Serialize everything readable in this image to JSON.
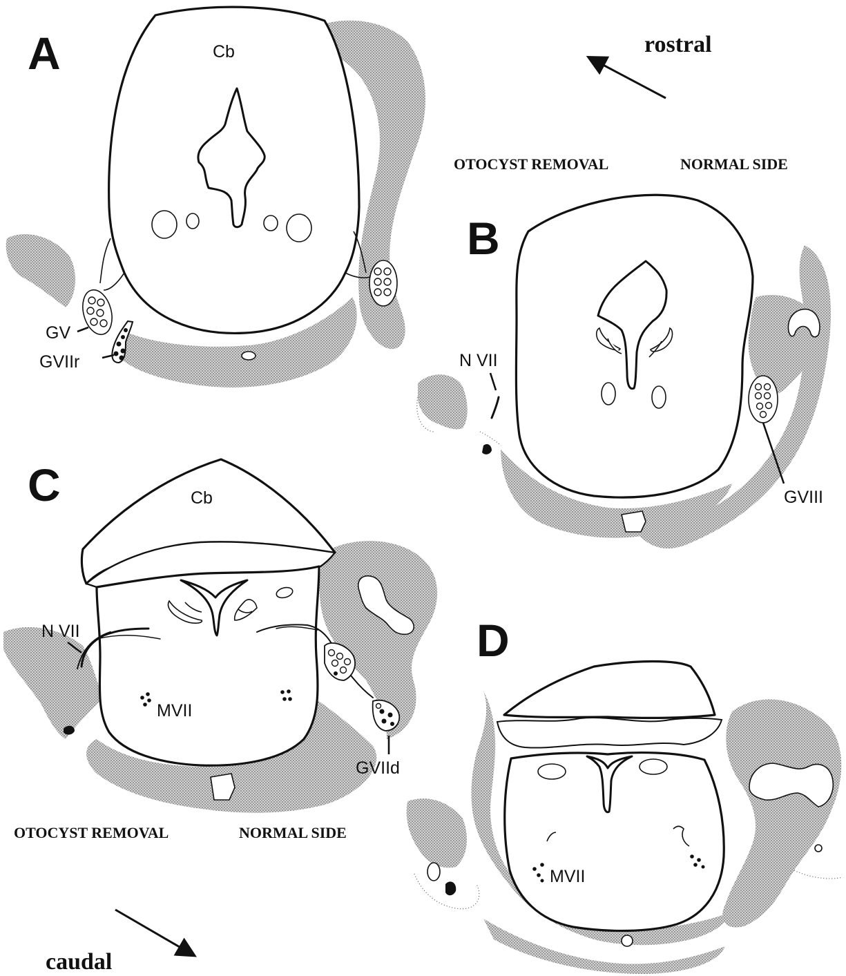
{
  "orientation": {
    "rostral": "rostral",
    "caudal": "caudal"
  },
  "side_labels": {
    "otocyst_removal": "OTOCYST REMOVAL",
    "normal_side": "NORMAL SIDE"
  },
  "panels": {
    "A": {
      "letter": "A",
      "cb": "Cb",
      "gv": "GV",
      "gviir": "GVIIr"
    },
    "B": {
      "letter": "B",
      "nvii": "N VII",
      "gviii": "GVIII"
    },
    "C": {
      "letter": "C",
      "cb": "Cb",
      "nvii": "N VII",
      "mvii": "MVII",
      "gviid": "GVIId"
    },
    "D": {
      "letter": "D",
      "mvii": "MVII"
    }
  },
  "colors": {
    "ink": "#111111",
    "tissue_stipple": "#9a9a9a",
    "background": "#ffffff"
  }
}
